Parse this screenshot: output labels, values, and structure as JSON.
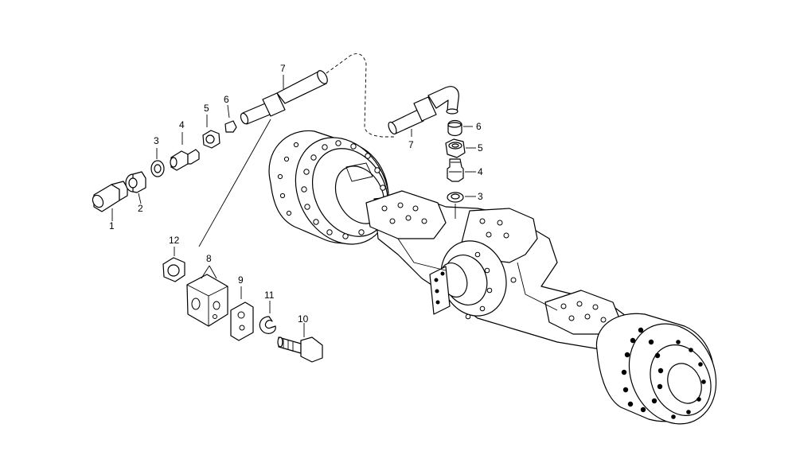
{
  "labels": {
    "left_1": "1",
    "left_2": "2",
    "left_3": "3",
    "left_4": "4",
    "left_5": "5",
    "left_6": "6",
    "left_7": "7",
    "bracket_8": "8",
    "plate_9": "9",
    "bolt_10": "10",
    "washer_11": "11",
    "nut_12": "12",
    "right_3": "3",
    "right_4": "4",
    "right_5": "5",
    "right_6": "6",
    "right_7": "7"
  }
}
